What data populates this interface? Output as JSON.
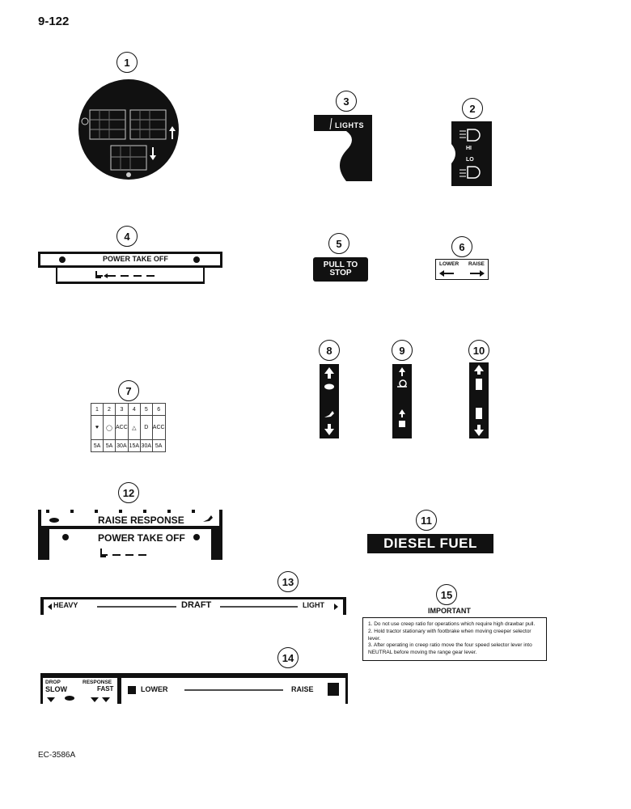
{
  "page_number": "9-122",
  "figure_code": "EC-3586A",
  "callouts": [
    "1",
    "2",
    "3",
    "4",
    "5",
    "6",
    "7",
    "8",
    "9",
    "10",
    "11",
    "12",
    "13",
    "14",
    "15"
  ],
  "decals": {
    "lights_switch": {
      "label": "LIGHTS"
    },
    "headlight_switch": {
      "hi": "HI",
      "lo": "LO"
    },
    "pto": {
      "label": "POWER TAKE OFF"
    },
    "pull_to_stop": {
      "line1": "PULL TO",
      "line2": "STOP"
    },
    "lower_raise": {
      "lower": "LOWER",
      "raise": "RAISE"
    },
    "fuse_panel": {
      "columns": [
        "1",
        "2",
        "3",
        "4",
        "5",
        "6"
      ],
      "acc_labels": [
        "ACC",
        "ACC"
      ],
      "ratings": [
        "5A",
        "5A",
        "30A",
        "15A",
        "30A",
        "5A"
      ]
    },
    "diesel_fuel": {
      "label": "DIESEL FUEL"
    },
    "raise_response": {
      "line1": "RAISE RESPONSE",
      "line2": "POWER TAKE OFF"
    },
    "draft": {
      "heavy": "HEAVY",
      "draft": "DRAFT",
      "light": "LIGHT"
    },
    "drop_response": {
      "drop": "DROP",
      "slow": "SLOW",
      "response": "RESPONSE",
      "fast": "FAST",
      "lower": "LOWER",
      "raise": "RAISE"
    },
    "important": {
      "title": "IMPORTANT",
      "items": [
        "1. Do not use creep ratio for operations which require high drawbar pull.",
        "2. Hold tractor stationary with footbrake when moving creeper selector lever.",
        "3. After operating in creep ratio move the four speed selector lever into NEUTRAL before moving the range gear lever."
      ]
    }
  }
}
